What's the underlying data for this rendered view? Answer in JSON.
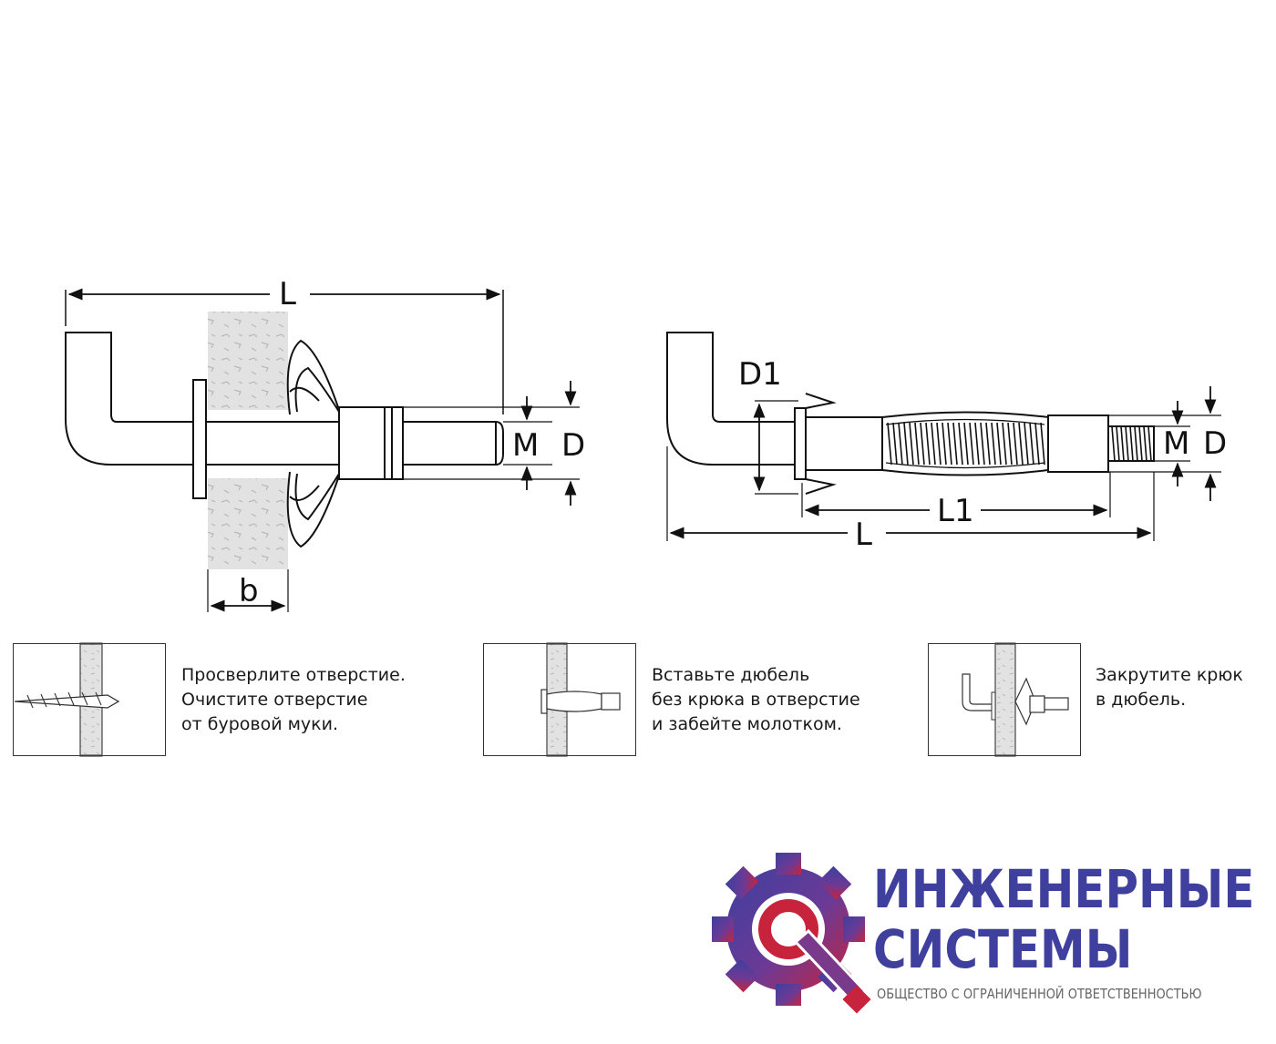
{
  "dimensions": {
    "left_L": "L",
    "left_M": "M",
    "left_D": "D",
    "left_b": "b",
    "right_D1": "D1",
    "right_L1": "L1",
    "right_L": "L",
    "right_M": "M",
    "right_D": "D"
  },
  "steps": [
    {
      "lines": [
        "Просверлите отверстие.",
        "Очистите отверстие",
        "от буровой муки."
      ]
    },
    {
      "lines": [
        "Вставьте дюбель",
        "без крюка в отверстие",
        "и забейте молотком."
      ]
    },
    {
      "lines": [
        "Закрутите крюк",
        "в дюбель."
      ]
    }
  ],
  "logo": {
    "line1": "ИНЖЕНЕРНЫЕ",
    "line2": "СИСТЕМЫ",
    "subtitle": "ОБЩЕСТВО С ОГРАНИЧЕННОЙ ОТВЕТСТВЕННОСТЬЮ",
    "colors": {
      "blue": "#3f3f9e",
      "red": "#c8233c",
      "purple": "#7a3a8c"
    }
  }
}
